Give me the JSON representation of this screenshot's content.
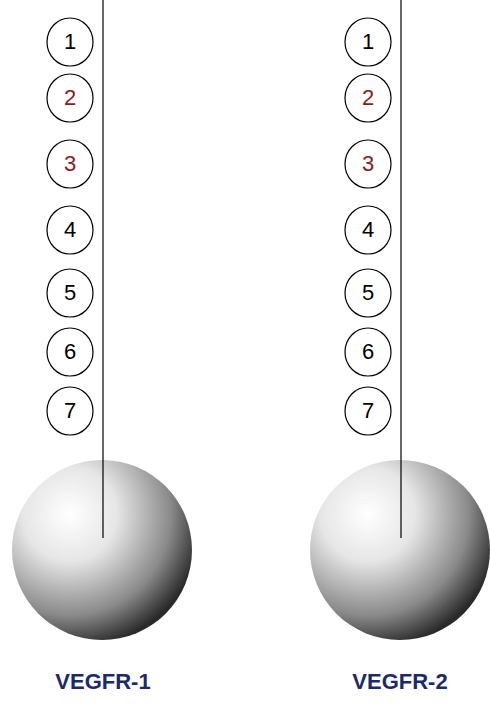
{
  "diagram": {
    "nodes": [
      {
        "text": [
          "1"
        ]
      },
      {
        "text": [
          "2"
        ]
      },
      {
        "text": [
          "3"
        ]
      },
      {
        "text": [
          "4"
        ]
      },
      {
        "text": [
          "5"
        ]
      },
      {
        "text": [
          "6"
        ]
      },
      {
        "text": [
          "7"
        ]
      },
      {
        "text": [
          "1"
        ]
      },
      {
        "text": [
          "2"
        ]
      },
      {
        "text": [
          "3"
        ]
      },
      {
        "text": [
          "4"
        ]
      },
      {
        "text": [
          "5"
        ]
      },
      {
        "text": [
          "6"
        ]
      },
      {
        "text": [
          "7"
        ]
      }
    ],
    "labels": [
      "VEGFR-1",
      "VEGFR-2"
    ]
  }
}
